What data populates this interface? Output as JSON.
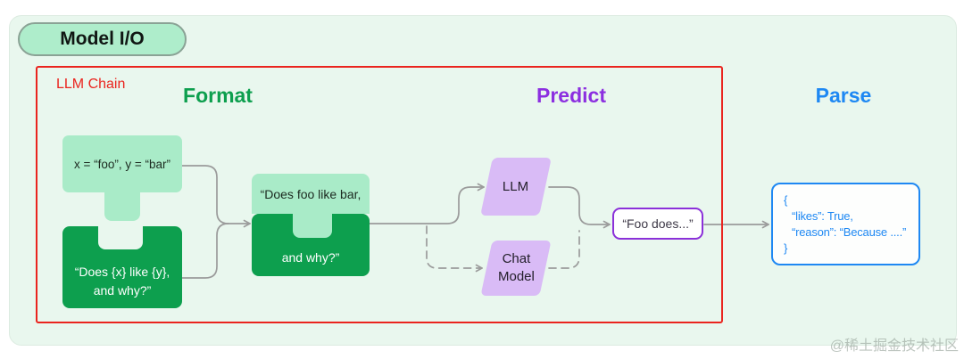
{
  "title": "Model I/O",
  "chain": {
    "label": "LLM Chain"
  },
  "sections": {
    "format": "Format",
    "predict": "Predict",
    "parse": "Parse"
  },
  "nodes": {
    "values": {
      "text": "x = “foo”, y = “bar”"
    },
    "template": {
      "line1": "“Does {x} like {y},",
      "line2": "and why?”"
    },
    "prompt": {
      "line1": "“Does foo like bar,",
      "line2": "and why?”"
    },
    "llm": {
      "label": "LLM"
    },
    "chat_model": {
      "line1": "Chat",
      "line2": "Model"
    },
    "output": {
      "text": "“Foo does...”"
    },
    "parsed": {
      "lines": [
        "{",
        "“likes”: True,",
        "“reason”: “Because ....”",
        "}"
      ]
    }
  },
  "watermark": "@稀土掘金技术社区",
  "colors": {
    "panel_background": "#e9f7ee",
    "green_light": "#a9ebc8",
    "green_dark": "#0d9f4e",
    "chain_red": "#ea241e",
    "predict_purple": "#8c2fe0",
    "parallelogram_purple": "#d9bbf6",
    "output_border_purple": "#8b30d9",
    "parse_blue": "#1e88f3",
    "arrow_gray": "#9b9b9b"
  }
}
